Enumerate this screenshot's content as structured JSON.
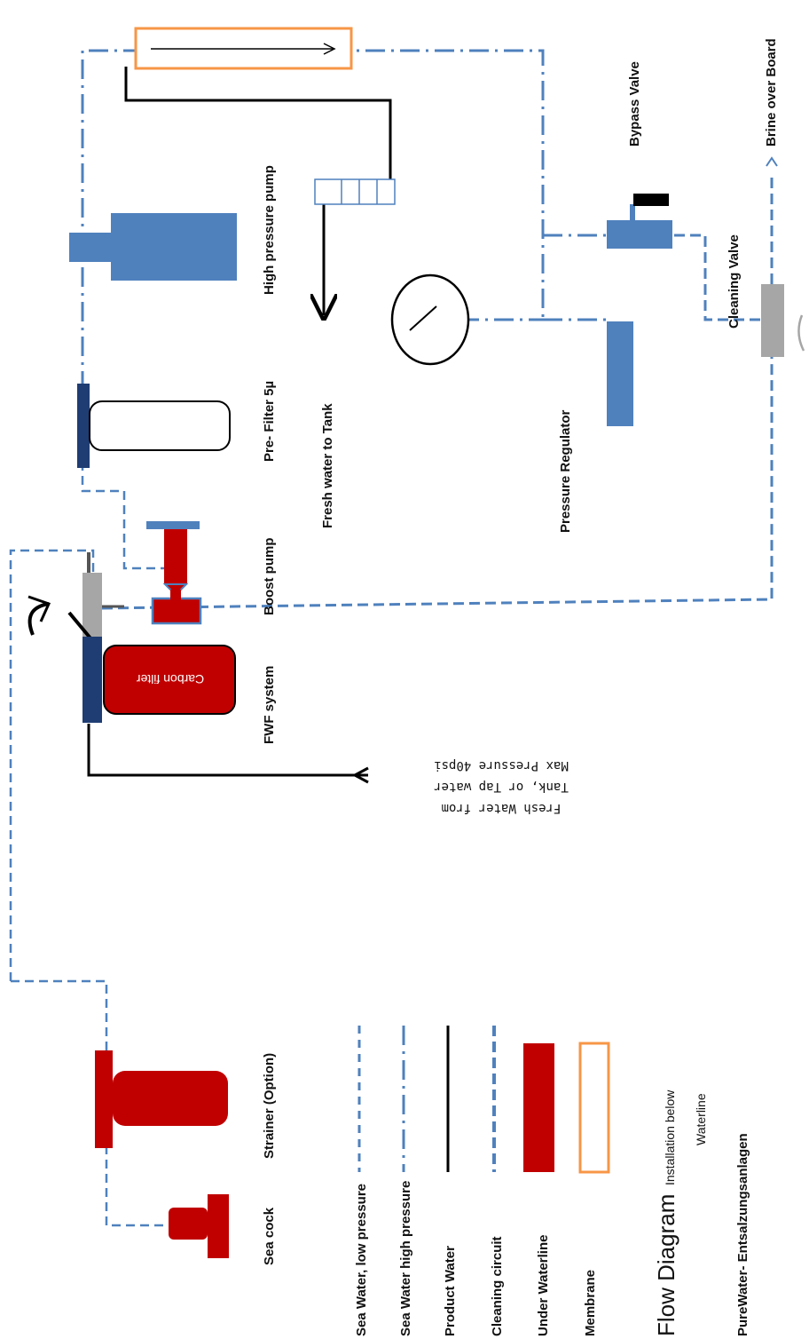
{
  "labels": {
    "high_pressure_pump": "High pressure pump",
    "pre_filter": "Pre- Filter 5µ",
    "boost_pump": "Boost pump",
    "fwf_system": "FWF system",
    "carbon_filter": "Carbon filter",
    "fresh_water_to_tank": "Fresh water to Tank",
    "pressure_regulator": "Pressure Regulator",
    "bypass_valve": "Bypass Valve",
    "cleaning_valve": "Cleaning Valve",
    "brine_over_board": "Brine over Board",
    "strainer": "Strainer (Option)",
    "sea_cock": "Sea cock",
    "fresh_water_note": [
      "Fresh Water from",
      "Tank, or Tap water",
      "Max Pressure 40psi"
    ]
  },
  "legend": [
    {
      "label": "Sea Water, low pressure",
      "style": "dashed-blue"
    },
    {
      "label": "Sea Water high pressure",
      "style": "dashdot-blue"
    },
    {
      "label": "Product Water",
      "style": "solid-black"
    },
    {
      "label": "Cleaning circuit",
      "style": "dashed-blue-thick"
    },
    {
      "label": "Under Waterline",
      "style": "red-block"
    },
    {
      "label": "Membrane",
      "style": "orange-outline"
    }
  ],
  "title": {
    "main": "Flow Diagram",
    "sub_1": "Installation below",
    "sub_2": "Waterline",
    "company": "PureWater- Entsalzungsanlagen"
  },
  "colors": {
    "component_blue": "#4f81bd",
    "line_blue": "#4f81bd",
    "dark_blue": "#1f3d73",
    "red": "#c00000",
    "orange": "#f79646",
    "grey": "#a6a6a6",
    "black": "#000000"
  }
}
